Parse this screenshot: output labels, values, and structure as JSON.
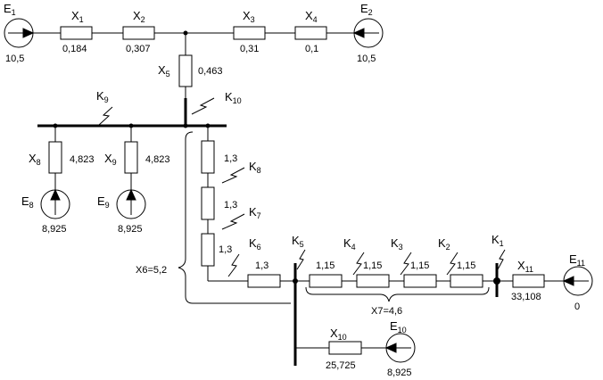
{
  "sources": [
    {
      "id": "E1",
      "name": "E",
      "sub": "1",
      "value": "10,5"
    },
    {
      "id": "E2",
      "name": "E",
      "sub": "2",
      "value": "10,5"
    },
    {
      "id": "E8",
      "name": "E",
      "sub": "8",
      "value": "8,925"
    },
    {
      "id": "E9",
      "name": "E",
      "sub": "9",
      "value": "8,925"
    },
    {
      "id": "E10",
      "name": "E",
      "sub": "10",
      "value": "8,925"
    },
    {
      "id": "E11",
      "name": "E",
      "sub": "11",
      "value": "0"
    }
  ],
  "reactances": [
    {
      "id": "X1",
      "name": "X",
      "sub": "1",
      "value": "0,184"
    },
    {
      "id": "X2",
      "name": "X",
      "sub": "2",
      "value": "0,307"
    },
    {
      "id": "X3",
      "name": "X",
      "sub": "3",
      "value": "0,31"
    },
    {
      "id": "X4",
      "name": "X",
      "sub": "4",
      "value": "0,1"
    },
    {
      "id": "X5",
      "name": "X",
      "sub": "5",
      "value": "0,463"
    },
    {
      "id": "X8",
      "name": "X",
      "sub": "8",
      "value": "4,823"
    },
    {
      "id": "X9",
      "name": "X",
      "sub": "9",
      "value": "4,823"
    },
    {
      "id": "X10",
      "name": "X",
      "sub": "10",
      "value": "25,725"
    },
    {
      "id": "X11",
      "name": "X",
      "sub": "11",
      "value": "33,108"
    }
  ],
  "segments": {
    "x6_values": [
      "1,3",
      "1,3",
      "1,3",
      "1,3"
    ],
    "x7_values": [
      "1,15",
      "1,15",
      "1,15",
      "1,15"
    ],
    "x6_total": "X6=5,2",
    "x7_total": "X7=4,6"
  },
  "faults": [
    {
      "id": "K1",
      "name": "K",
      "sub": "1"
    },
    {
      "id": "K2",
      "name": "K",
      "sub": "2"
    },
    {
      "id": "K3",
      "name": "K",
      "sub": "3"
    },
    {
      "id": "K4",
      "name": "K",
      "sub": "4"
    },
    {
      "id": "K5",
      "name": "K",
      "sub": "5"
    },
    {
      "id": "K6",
      "name": "K",
      "sub": "6"
    },
    {
      "id": "K7",
      "name": "K",
      "sub": "7"
    },
    {
      "id": "K8",
      "name": "K",
      "sub": "8"
    },
    {
      "id": "K9",
      "name": "K",
      "sub": "9"
    },
    {
      "id": "K10",
      "name": "K",
      "sub": "10"
    }
  ]
}
